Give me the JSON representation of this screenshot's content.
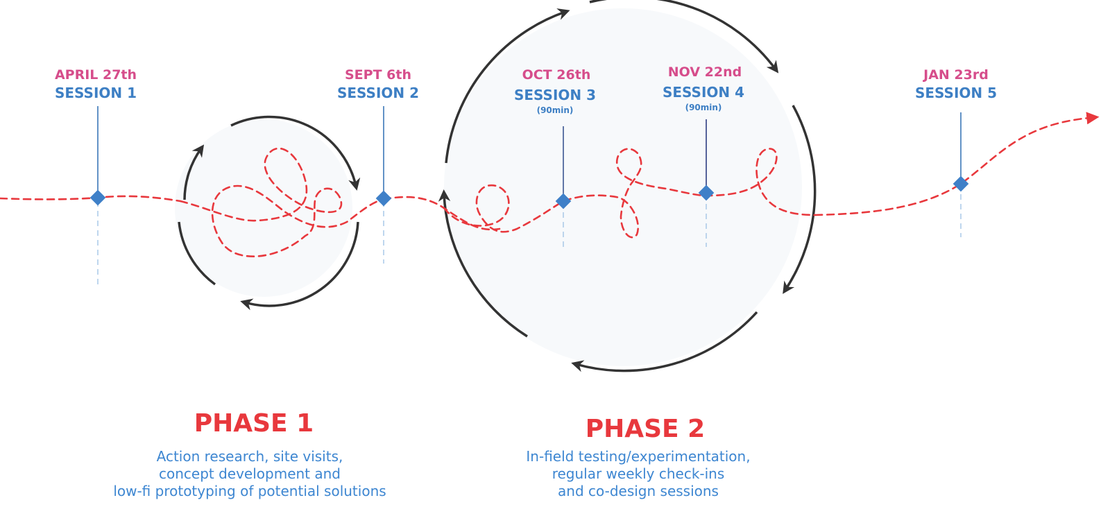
{
  "colors": {
    "path": "#e8383d",
    "date": "#d64d8b",
    "session": "#3d7fc4",
    "marker": "#3f80c8",
    "circle_fill": "#f7f9fb",
    "arrow": "#333333"
  },
  "sessions": [
    {
      "date": "APRIL 27th",
      "label": "SESSION 1",
      "duration": ""
    },
    {
      "date": "SEPT 6th",
      "label": "SESSION 2",
      "duration": ""
    },
    {
      "date": "OCT 26th",
      "label": "SESSION 3",
      "duration": "(90min)"
    },
    {
      "date": "NOV 22nd",
      "label": "SESSION 4",
      "duration": "(90min)"
    },
    {
      "date": "JAN 23rd",
      "label": "SESSION 5",
      "duration": ""
    }
  ],
  "phases": [
    {
      "title": "PHASE 1",
      "description": [
        "Action research, site visits,",
        "concept development and",
        "low-fi prototyping of potential solutions"
      ]
    },
    {
      "title": "PHASE 2",
      "description": [
        "In-field testing/experimentation,",
        "regular weekly check-ins",
        "and co-design sessions"
      ]
    }
  ]
}
